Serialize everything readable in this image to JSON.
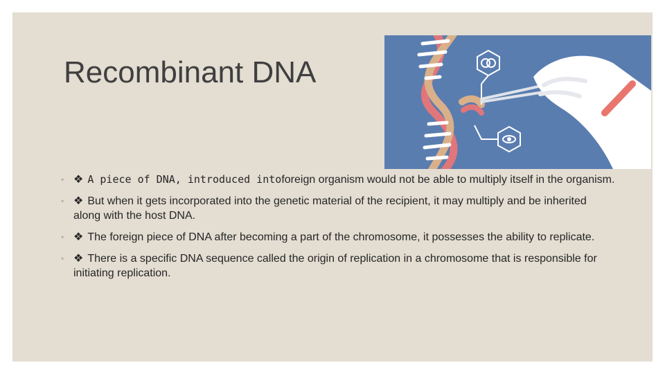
{
  "slide": {
    "title": "Recombinant DNA",
    "bullets": [
      {
        "marker": "◦",
        "symbol": "❖",
        "text_mono": "A piece of DNA, introduced into",
        "text": "foreign organism would not be able to multiply itself in the organism."
      },
      {
        "marker": "◦",
        "symbol": "❖",
        "text": "But when it gets incorporated into the genetic material of the recipient, it may multiply and be inherited along with the host DNA."
      },
      {
        "marker": "◦",
        "symbol": "❖",
        "text": "The foreign piece of DNA after becoming a part  of the chromosome, it possesses the ability to replicate."
      },
      {
        "marker": "◦",
        "symbol": "❖",
        "text": "There is a specific DNA sequence called the origin of replication in a chromosome that is responsible for initiating replication."
      }
    ]
  },
  "illustration": {
    "icons": [
      "dna-helix-icon",
      "brain-icon",
      "eye-icon",
      "gloved-hand-icon",
      "tweezers-icon"
    ],
    "colors": {
      "background": "#5a7db0",
      "helix_red": "#e0767a",
      "helix_tan": "#d9b08a",
      "glove": "#ffffff",
      "cuff": "#e8766e"
    }
  },
  "theme": {
    "slide_bg": "#e3ddd2",
    "title_color": "#3f3f3f",
    "text_color": "#262626"
  }
}
